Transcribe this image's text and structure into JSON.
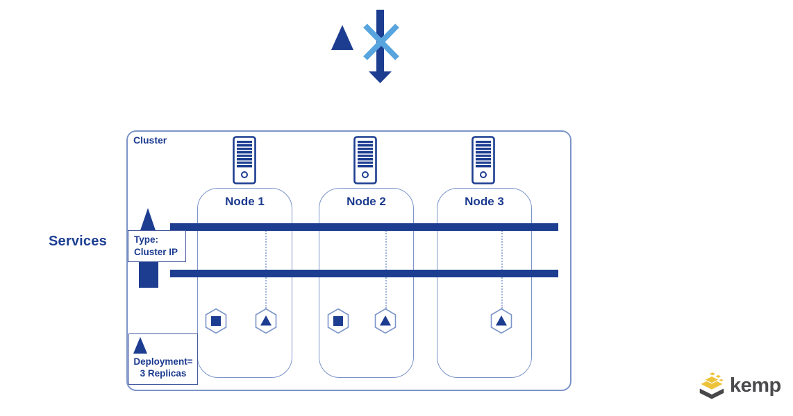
{
  "labels": {
    "services": "Services",
    "cluster": "Cluster",
    "type": {
      "line1": "Type:",
      "line2": "Cluster IP"
    },
    "deployment": {
      "line1": "Deployment=",
      "line2": "3 Replicas"
    }
  },
  "nodes": [
    {
      "label": "Node 1",
      "pods": [
        "square",
        "triangle"
      ]
    },
    {
      "label": "Node 2",
      "pods": [
        "square",
        "triangle"
      ]
    },
    {
      "label": "Node 3",
      "pods": [
        "triangle"
      ]
    }
  ],
  "service_bars": {
    "count": 2,
    "description": "two horizontal service bars spanning all nodes"
  },
  "icons": {
    "blocked_traffic": "pod-triangle beside downward arrow crossed out by light-blue X",
    "server": "rack-server outline with horizontal slots and power dot",
    "pod_square": "hexagon containing filled square",
    "pod_triangle": "hexagon containing filled triangle",
    "service_arrow": "solid upward block arrow",
    "deployment_triangle": "small solid triangle",
    "kemp_logo": "stacked yellow diamonds above dark chevron"
  },
  "colors": {
    "primary_navy": "#1d3d91",
    "text_navy": "#1b3a8f",
    "outline_blue": "#7b94c9",
    "cross_light_blue": "#57a4de",
    "dotted_blue": "#9fb2d8",
    "kemp_yellow": "#eec33c",
    "kemp_gray": "#4b4b4d",
    "background": "#ffffff"
  },
  "logo": {
    "text": "kemp"
  }
}
